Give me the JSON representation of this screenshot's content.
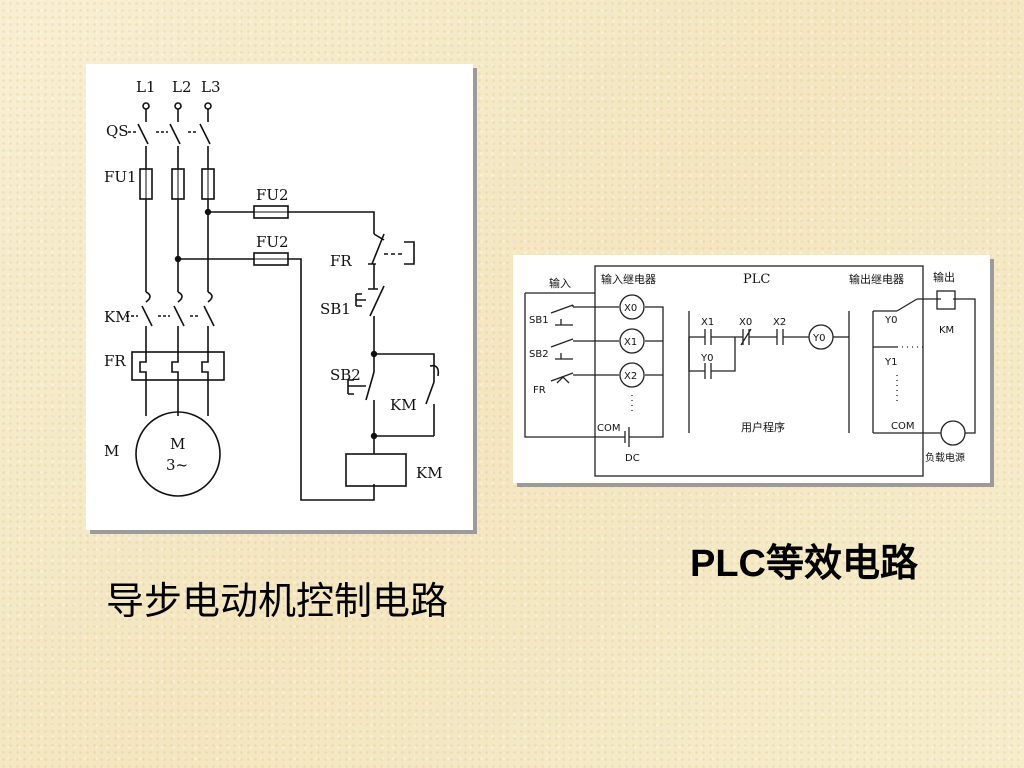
{
  "motor_circuit": {
    "caption": "导步电动机控制电路",
    "labels": {
      "l1": "L1",
      "l2": "L2",
      "l3": "L3",
      "qs": "QS",
      "fu1": "FU1",
      "fu2_top": "FU2",
      "fu2_bottom": "FU2",
      "fr_left": "FR",
      "fr_right": "FR",
      "km_left": "KM",
      "km_contact": "KM",
      "km_coil": "KM",
      "sb1": "SB1",
      "sb2": "SB2",
      "m": "M",
      "motor_m": "M",
      "motor_phase": "3~"
    }
  },
  "plc_circuit": {
    "caption": "PLC等效电路",
    "labels": {
      "input": "输入",
      "input_relay": "输入继电器",
      "plc": "PLC",
      "output_relay": "输出继电器",
      "output": "输出",
      "sb1": "SB1",
      "sb2": "SB2",
      "fr": "FR",
      "com_left": "COM",
      "dc": "DC",
      "x0": "X0",
      "x1": "X1",
      "x2": "X2",
      "rung_x1": "X1",
      "rung_x0": "X0",
      "rung_x2": "X2",
      "rung_y0_coil": "Y0",
      "rung_y0": "Y0",
      "user_program": "用户程序",
      "out_y0": "Y0",
      "out_y1": "Y1",
      "com_right": "COM",
      "km": "KM",
      "load_power": "负载电源"
    }
  }
}
